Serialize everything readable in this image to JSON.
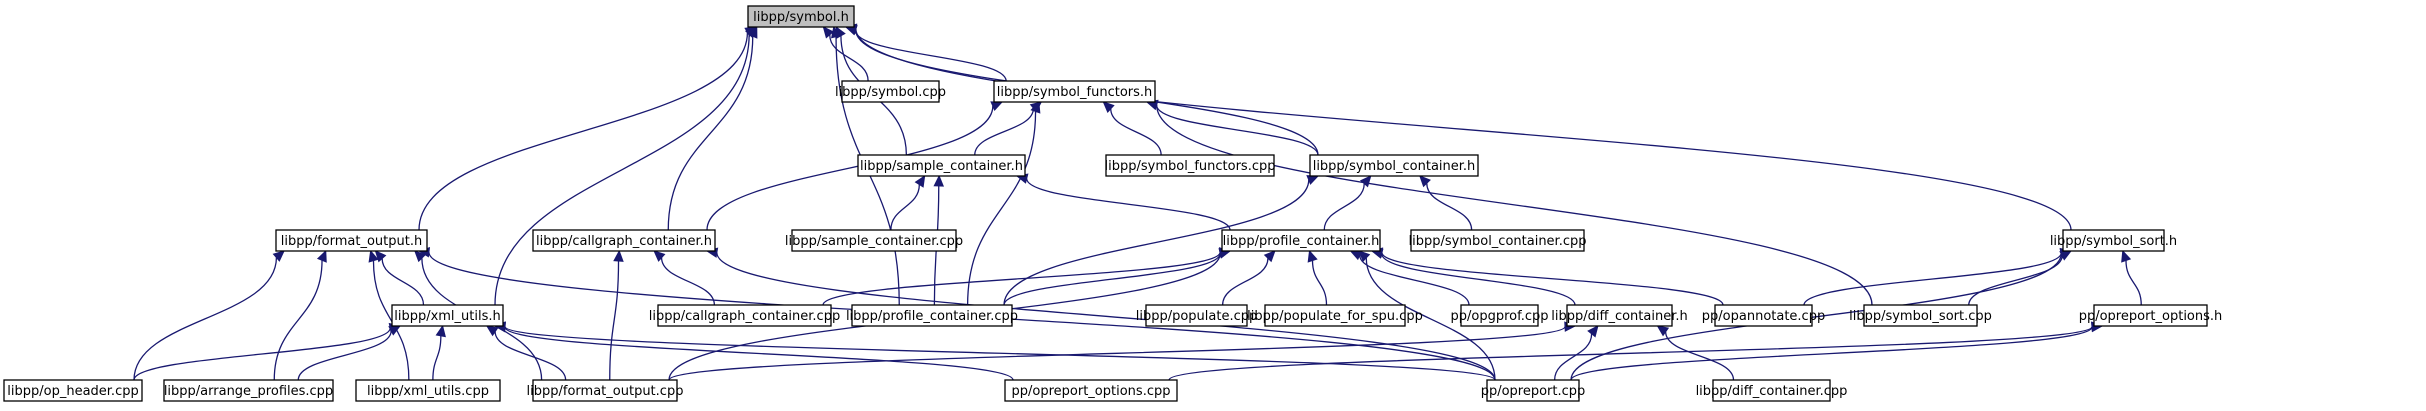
{
  "title": "libpp/symbol.h include dependency graph",
  "colors": {
    "edge": "#191970",
    "root_fill": "#bfbfbf",
    "node_fill": "#ffffff",
    "node_border": "#000000"
  },
  "nodes": [
    {
      "id": "symbol_h",
      "label": "libpp/symbol.h",
      "root": true
    },
    {
      "id": "symbol_cpp",
      "label": "libpp/symbol.cpp"
    },
    {
      "id": "symbol_functors_h",
      "label": "libpp/symbol_functors.h"
    },
    {
      "id": "sample_container_h",
      "label": "libpp/sample_container.h"
    },
    {
      "id": "symbol_functors_cpp",
      "label": "libpp/symbol_functors.cpp"
    },
    {
      "id": "symbol_container_h",
      "label": "libpp/symbol_container.h"
    },
    {
      "id": "format_output_h",
      "label": "libpp/format_output.h"
    },
    {
      "id": "callgraph_container_h",
      "label": "libpp/callgraph_container.h"
    },
    {
      "id": "sample_container_cpp",
      "label": "libpp/sample_container.cpp"
    },
    {
      "id": "profile_container_h",
      "label": "libpp/profile_container.h"
    },
    {
      "id": "symbol_container_cpp",
      "label": "libpp/symbol_container.cpp"
    },
    {
      "id": "symbol_sort_h",
      "label": "libpp/symbol_sort.h"
    },
    {
      "id": "xml_utils_h",
      "label": "libpp/xml_utils.h"
    },
    {
      "id": "callgraph_container_cpp",
      "label": "libpp/callgraph_container.cpp"
    },
    {
      "id": "profile_container_cpp",
      "label": "libpp/profile_container.cpp"
    },
    {
      "id": "populate_cpp",
      "label": "libpp/populate.cpp"
    },
    {
      "id": "populate_for_spu_cpp",
      "label": "libpp/populate_for_spu.cpp"
    },
    {
      "id": "opgprof_cpp",
      "label": "pp/opgprof.cpp"
    },
    {
      "id": "diff_container_h",
      "label": "libpp/diff_container.h"
    },
    {
      "id": "opannotate_cpp",
      "label": "pp/opannotate.cpp"
    },
    {
      "id": "symbol_sort_cpp",
      "label": "libpp/symbol_sort.cpp"
    },
    {
      "id": "opreport_options_h",
      "label": "pp/opreport_options.h"
    },
    {
      "id": "op_header_cpp",
      "label": "libpp/op_header.cpp"
    },
    {
      "id": "arrange_profiles_cpp",
      "label": "libpp/arrange_profiles.cpp"
    },
    {
      "id": "xml_utils_cpp",
      "label": "libpp/xml_utils.cpp"
    },
    {
      "id": "format_output_cpp",
      "label": "libpp/format_output.cpp"
    },
    {
      "id": "opreport_options_cpp",
      "label": "pp/opreport_options.cpp"
    },
    {
      "id": "opreport_cpp",
      "label": "pp/opreport.cpp"
    },
    {
      "id": "diff_container_cpp",
      "label": "libpp/diff_container.cpp"
    }
  ],
  "edges": [
    [
      "symbol_h",
      "symbol_cpp"
    ],
    [
      "symbol_h",
      "symbol_functors_h"
    ],
    [
      "symbol_h",
      "sample_container_h"
    ],
    [
      "symbol_h",
      "symbol_container_h"
    ],
    [
      "symbol_h",
      "format_output_h"
    ],
    [
      "symbol_h",
      "callgraph_container_h"
    ],
    [
      "symbol_h",
      "symbol_sort_h"
    ],
    [
      "symbol_h",
      "xml_utils_h"
    ],
    [
      "symbol_h",
      "profile_container_cpp"
    ],
    [
      "symbol_functors_h",
      "sample_container_h"
    ],
    [
      "symbol_functors_h",
      "symbol_functors_cpp"
    ],
    [
      "symbol_functors_h",
      "symbol_container_h"
    ],
    [
      "symbol_functors_h",
      "callgraph_container_h"
    ],
    [
      "symbol_functors_h",
      "profile_container_cpp"
    ],
    [
      "symbol_functors_h",
      "symbol_sort_cpp"
    ],
    [
      "sample_container_h",
      "sample_container_cpp"
    ],
    [
      "sample_container_h",
      "profile_container_h"
    ],
    [
      "sample_container_h",
      "profile_container_cpp"
    ],
    [
      "symbol_container_h",
      "profile_container_h"
    ],
    [
      "symbol_container_h",
      "symbol_container_cpp"
    ],
    [
      "symbol_container_h",
      "profile_container_cpp"
    ],
    [
      "format_output_h",
      "xml_utils_h"
    ],
    [
      "format_output_h",
      "op_header_cpp"
    ],
    [
      "format_output_h",
      "arrange_profiles_cpp"
    ],
    [
      "format_output_h",
      "xml_utils_cpp"
    ],
    [
      "format_output_h",
      "format_output_cpp"
    ],
    [
      "format_output_h",
      "opreport_cpp"
    ],
    [
      "callgraph_container_h",
      "callgraph_container_cpp"
    ],
    [
      "callgraph_container_h",
      "format_output_cpp"
    ],
    [
      "callgraph_container_h",
      "opreport_cpp"
    ],
    [
      "profile_container_h",
      "callgraph_container_cpp"
    ],
    [
      "profile_container_h",
      "profile_container_cpp"
    ],
    [
      "profile_container_h",
      "populate_cpp"
    ],
    [
      "profile_container_h",
      "populate_for_spu_cpp"
    ],
    [
      "profile_container_h",
      "opgprof_cpp"
    ],
    [
      "profile_container_h",
      "diff_container_h"
    ],
    [
      "profile_container_h",
      "opannotate_cpp"
    ],
    [
      "profile_container_h",
      "format_output_cpp"
    ],
    [
      "profile_container_h",
      "opreport_cpp"
    ],
    [
      "symbol_sort_h",
      "opannotate_cpp"
    ],
    [
      "symbol_sort_h",
      "symbol_sort_cpp"
    ],
    [
      "symbol_sort_h",
      "opreport_options_h"
    ],
    [
      "symbol_sort_h",
      "opreport_cpp"
    ],
    [
      "xml_utils_h",
      "op_header_cpp"
    ],
    [
      "xml_utils_h",
      "arrange_profiles_cpp"
    ],
    [
      "xml_utils_h",
      "xml_utils_cpp"
    ],
    [
      "xml_utils_h",
      "format_output_cpp"
    ],
    [
      "xml_utils_h",
      "opreport_options_cpp"
    ],
    [
      "xml_utils_h",
      "opreport_cpp"
    ],
    [
      "diff_container_h",
      "format_output_cpp"
    ],
    [
      "diff_container_h",
      "opreport_cpp"
    ],
    [
      "diff_container_h",
      "diff_container_cpp"
    ],
    [
      "opreport_options_h",
      "opreport_options_cpp"
    ],
    [
      "opreport_options_h",
      "opreport_cpp"
    ]
  ]
}
